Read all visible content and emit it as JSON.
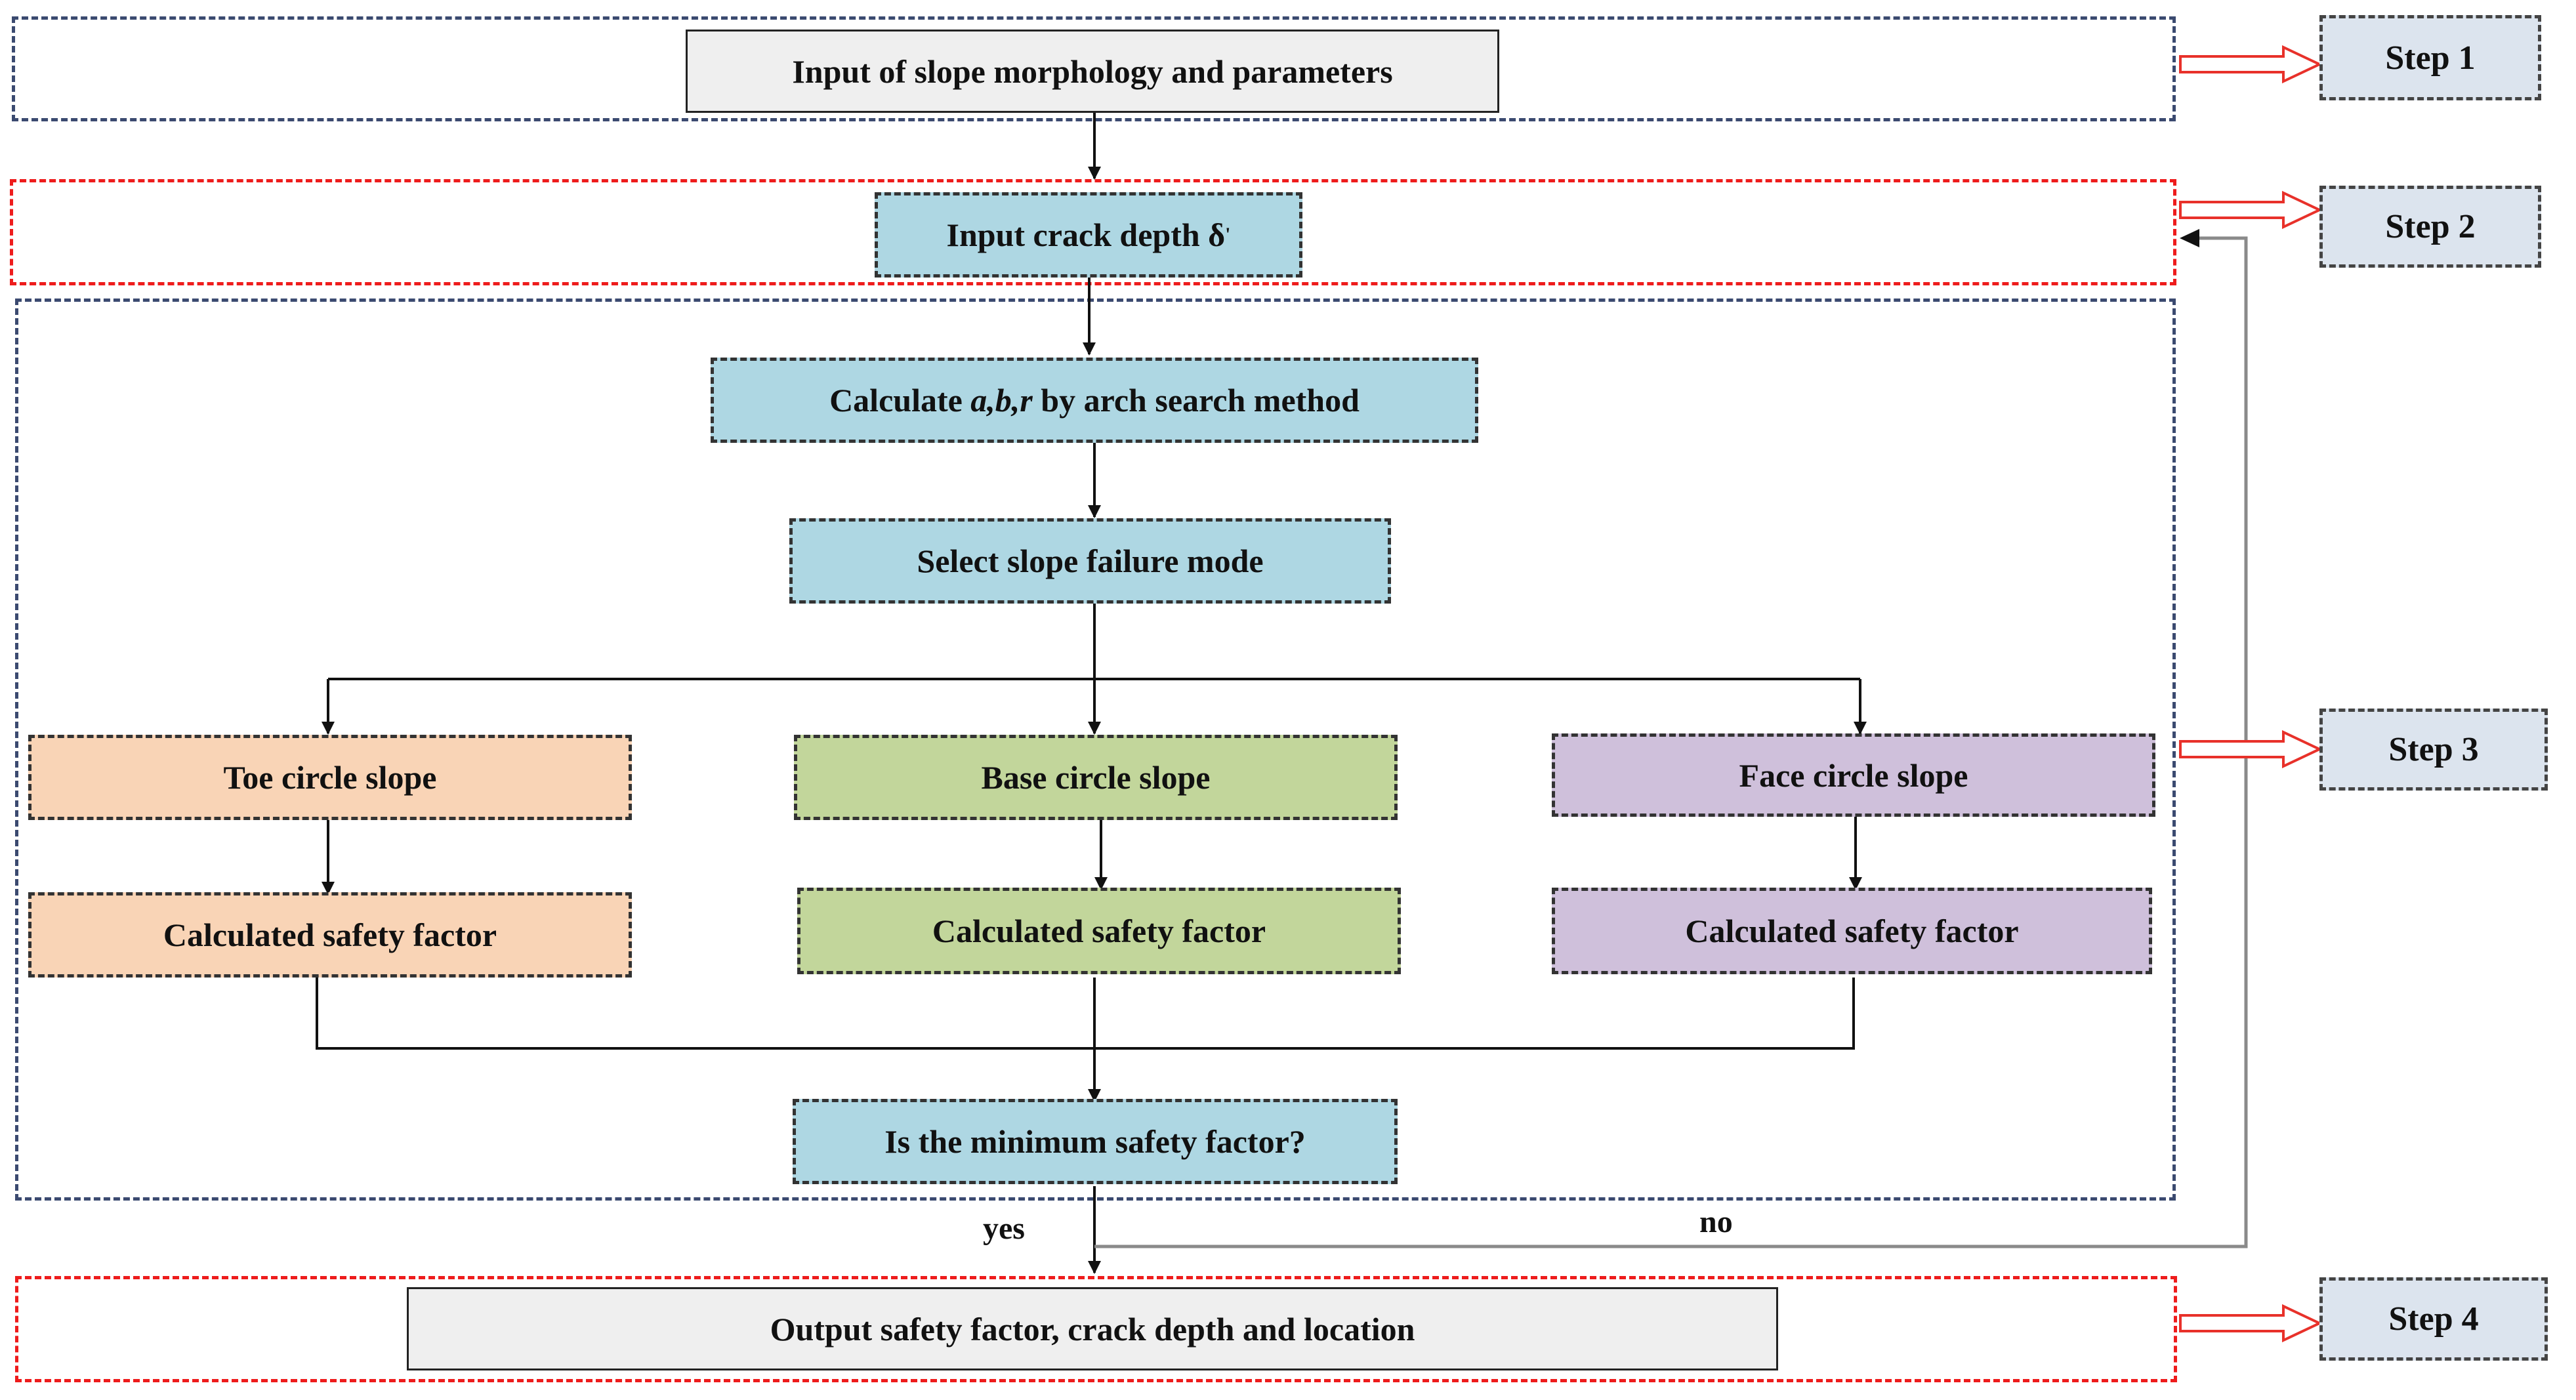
{
  "colors": {
    "blue_box": "#aed7e3",
    "orange_box": "#f9d4b6",
    "green_box": "#c2d69b",
    "purple_box": "#cfc0db",
    "gray_box": "#efefef",
    "step_box": "#dce4ee",
    "frame_blue": "#3b4a70",
    "frame_red": "#ee1c1c",
    "hollow_arrow": "#e8312a"
  },
  "nodes": {
    "input_slope": "Input of slope morphology and parameters",
    "input_crack": "Input crack depth δ",
    "input_crack_sup": "'",
    "calc_prefix": "Calculate ",
    "calc_vars": "a,b,r",
    "calc_suffix": " by arch search method",
    "select_mode": "Select slope failure mode",
    "toe": "Toe circle slope",
    "base": "Base circle slope",
    "face": "Face circle slope",
    "sf_toe": "Calculated safety factor",
    "sf_base": "Calculated safety factor",
    "sf_face": "Calculated safety factor",
    "is_min": "Is the minimum safety factor?",
    "output": "Output safety factor, crack depth and location"
  },
  "edge_labels": {
    "yes": "yes",
    "no": "no"
  },
  "steps": [
    "Step 1",
    "Step 2",
    "Step 3",
    "Step 4"
  ]
}
